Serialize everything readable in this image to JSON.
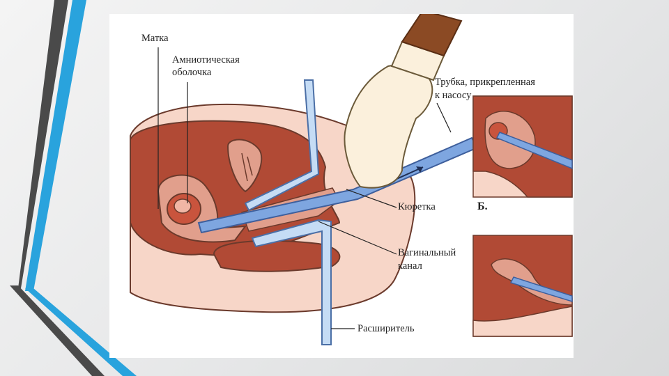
{
  "diagram": {
    "labels": {
      "uterus": "Матка",
      "amniotic_line1": "Амниотическая",
      "amniotic_line2": "оболочка",
      "tube_line1": "Трубка, прикрепленная",
      "tube_line2": "к насосу",
      "curette": "Кюретка",
      "panel_b": "Б.",
      "vaginal_line1": "Вагинальный",
      "vaginal_line2": "канал",
      "dilator": "Расширитель"
    },
    "colors": {
      "accent_blue": "#29a3dd",
      "accent_dark": "#4a4a4a",
      "tissue_dark": "#b14a35",
      "tissue_mid": "#e19f8c",
      "tissue_light": "#f7d6c8",
      "instrument": "#7ea6e0",
      "glove_brown": "#8b4a24",
      "glove": "#fbf0dc"
    }
  }
}
